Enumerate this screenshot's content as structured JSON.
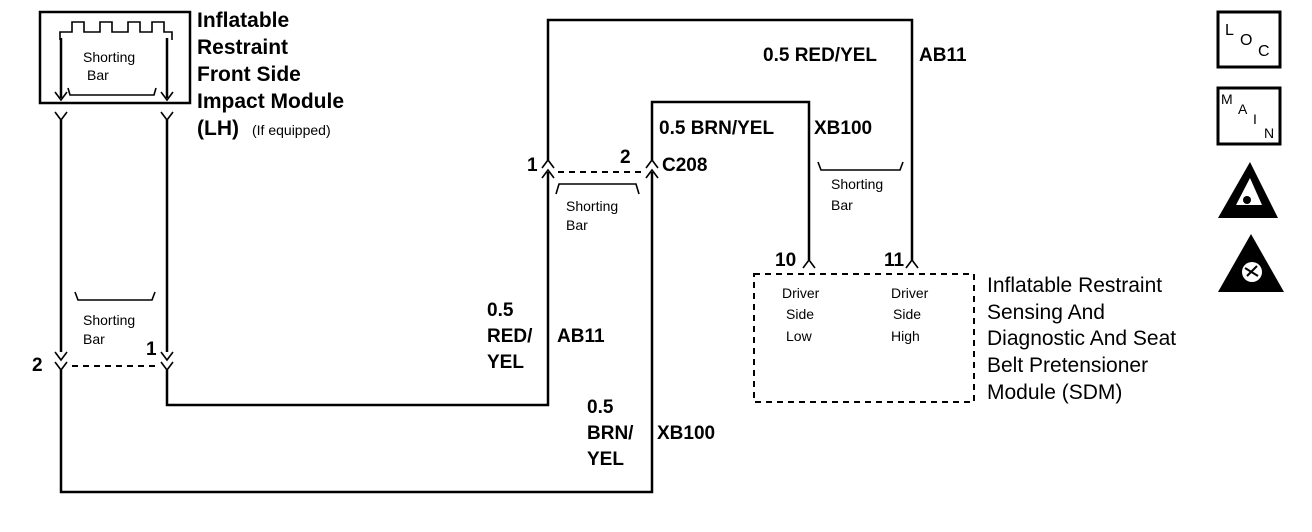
{
  "module_lh": {
    "title_lines": [
      "Inflatable",
      "Restraint",
      "Front Side",
      "Impact Module"
    ],
    "lh": "(LH)",
    "if_equipped": "(If equipped)",
    "shorting_bar": [
      "Shorting",
      "Bar"
    ]
  },
  "lh_connector": {
    "pin_left": "2",
    "pin_right": "1",
    "shorting_bar": [
      "Shorting",
      "Bar"
    ]
  },
  "c208": {
    "name": "C208",
    "pin_left": "1",
    "pin_right": "2",
    "shorting_bar": [
      "Shorting",
      "Bar"
    ]
  },
  "wires": {
    "red_top": {
      "gauge_color": "0.5 RED/YEL",
      "circuit": "AB11"
    },
    "brn_top": {
      "gauge_color": "0.5 BRN/YEL",
      "circuit": "XB100"
    },
    "red_mid": {
      "lines": [
        "0.5",
        "RED/",
        "YEL"
      ],
      "circuit": "AB11"
    },
    "brn_low": {
      "lines": [
        "0.5",
        "BRN/",
        "YEL"
      ],
      "circuit": "XB100"
    }
  },
  "sdm": {
    "title_lines": [
      "Inflatable Restraint",
      "Sensing And",
      "Diagnostic And Seat",
      "Belt Pretensioner",
      "Module  (SDM)"
    ],
    "pin10": "10",
    "pin11": "11",
    "pin10_label": [
      "Driver",
      "Side",
      "Low"
    ],
    "pin11_label": [
      "Driver",
      "Side",
      "High"
    ],
    "shorting_bar": [
      "Shorting",
      "Bar"
    ]
  },
  "side_icons": {
    "loc": {
      "name": "loc-icon",
      "letters": [
        "L",
        "O",
        "C"
      ]
    },
    "main": {
      "name": "main-icon",
      "letters": [
        "M",
        "A",
        "I",
        "N"
      ]
    },
    "esd1": {
      "name": "esd-warning-icon"
    },
    "esd2": {
      "name": "airbag-warning-icon"
    }
  }
}
